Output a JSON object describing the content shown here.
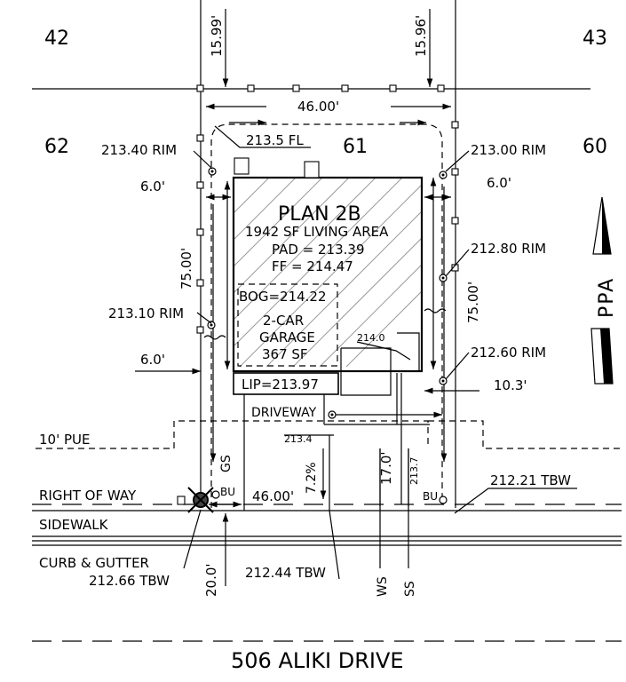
{
  "lots": {
    "lot_42": "42",
    "lot_43": "43",
    "lot_62": "62",
    "lot_61": "61",
    "lot_60": "60"
  },
  "dims": {
    "top_left": "15.99'",
    "top_right": "15.96'",
    "top_width": "46.00'",
    "left_depth": "75.00'",
    "right_depth": "75.00'",
    "front_width": "46.00'",
    "front_setback": "20.0'",
    "left_side_top": "6.0'",
    "right_side_top": "6.0'",
    "left_side_bottom": "6.0'",
    "right_side_bottom": "10.3'",
    "driveway_len": "17.0'",
    "slope": "7.2%"
  },
  "elevations": {
    "fl": "213.5 FL",
    "rim_tl": "213.40 RIM",
    "rim_tr": "213.00 RIM",
    "rim_mr": "212.80 RIM",
    "rim_ml": "213.10 RIM",
    "rim_br": "212.60 RIM",
    "tbw_right": "212.21 TBW",
    "tbw_mid": "212.44 TBW",
    "tbw_left": "212.66 TBW",
    "e214": "214.0",
    "e2134": "213.4",
    "e2137": "213.7"
  },
  "house": {
    "plan": "PLAN 2B",
    "area": "1942 SF LIVING AREA",
    "pad": "PAD = 213.39",
    "ff": "FF = 214.47",
    "bog": "BOG=214.22",
    "garage_1": "2-CAR",
    "garage_2": "GARAGE",
    "garage_3": "367 SF",
    "lip": "LIP=213.97"
  },
  "labels": {
    "driveway": "DRIVEWAY",
    "pue": "10' PUE",
    "row": "RIGHT OF WAY",
    "sidewalk": "SIDEWALK",
    "curb": "CURB & GUTTER",
    "gs": "GS",
    "bu_left": "BU",
    "bu_right": "BU",
    "ws": "WS",
    "ss": "SS",
    "street": "506 ALIKI DRIVE",
    "logo": "PPA"
  }
}
